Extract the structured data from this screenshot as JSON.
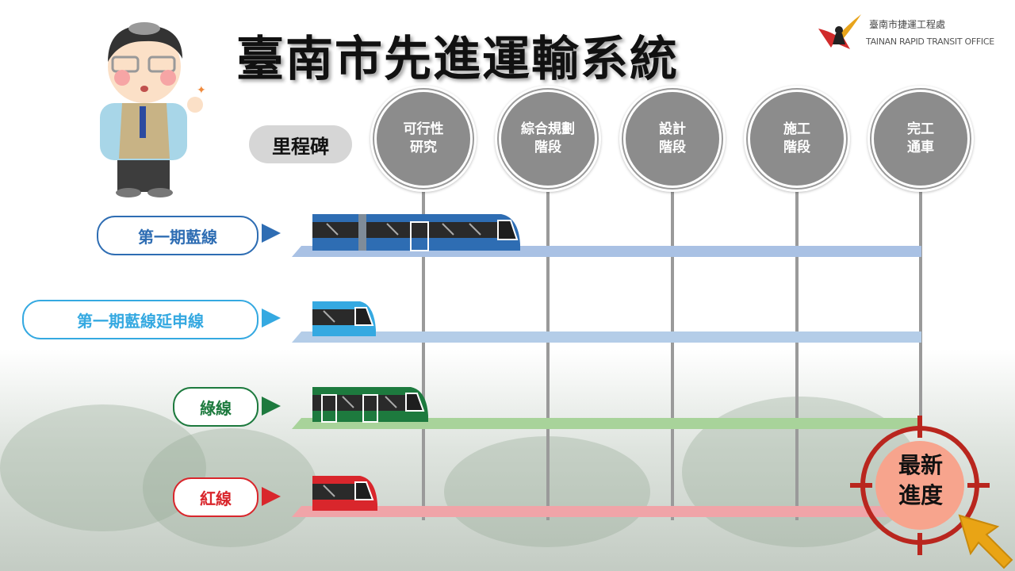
{
  "title": "臺南市先進運輸系統",
  "logo": {
    "zh": "臺南市捷運工程處",
    "en": "TAINAN RAPID TRANSIT OFFICE"
  },
  "milestone_label": "里程碑",
  "stages": [
    {
      "line1": "可行性",
      "line2": "研究"
    },
    {
      "line1": "綜合規劃",
      "line2": "階段"
    },
    {
      "line1": "設計",
      "line2": "階段"
    },
    {
      "line1": "施工",
      "line2": "階段"
    },
    {
      "line1": "完工",
      "line2": "通車"
    }
  ],
  "lines": [
    {
      "name": "第一期藍線",
      "color": "#2e6db3",
      "track_color": "#a9c1e4"
    },
    {
      "name": "第一期藍線延申線",
      "color": "#35a9e1",
      "track_color": "#b4cde8"
    },
    {
      "name": "綠線",
      "color": "#1d7a3e",
      "track_color": "#a8d39a"
    },
    {
      "name": "紅線",
      "color": "#d9262c",
      "track_color": "#f0a4a8"
    }
  ],
  "latest_progress": {
    "line1": "最新",
    "line2": "進度"
  },
  "colors": {
    "target": "#b9261e",
    "target_fill": "#f7a48d",
    "cursor": "#e9a415",
    "stage_fill": "#8c8c8c"
  }
}
